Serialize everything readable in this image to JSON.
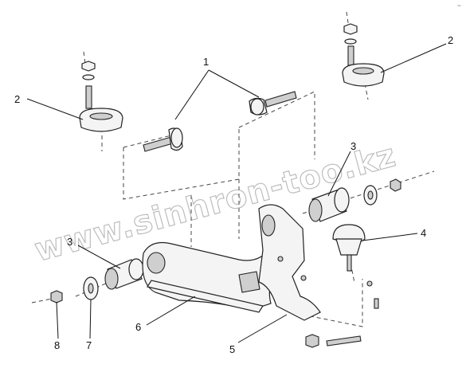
{
  "diagram": {
    "callouts": [
      {
        "id": "c1",
        "label": "1"
      },
      {
        "id": "c2a",
        "label": "2"
      },
      {
        "id": "c2b",
        "label": "2"
      },
      {
        "id": "c3a",
        "label": "3"
      },
      {
        "id": "c3b",
        "label": "3"
      },
      {
        "id": "c4",
        "label": "4"
      },
      {
        "id": "c5",
        "label": "5"
      },
      {
        "id": "c6",
        "label": "6"
      },
      {
        "id": "c7",
        "label": "7"
      },
      {
        "id": "c8",
        "label": "8"
      }
    ],
    "watermark": "www.sinhron-too.kz",
    "corner_mark": "~"
  }
}
